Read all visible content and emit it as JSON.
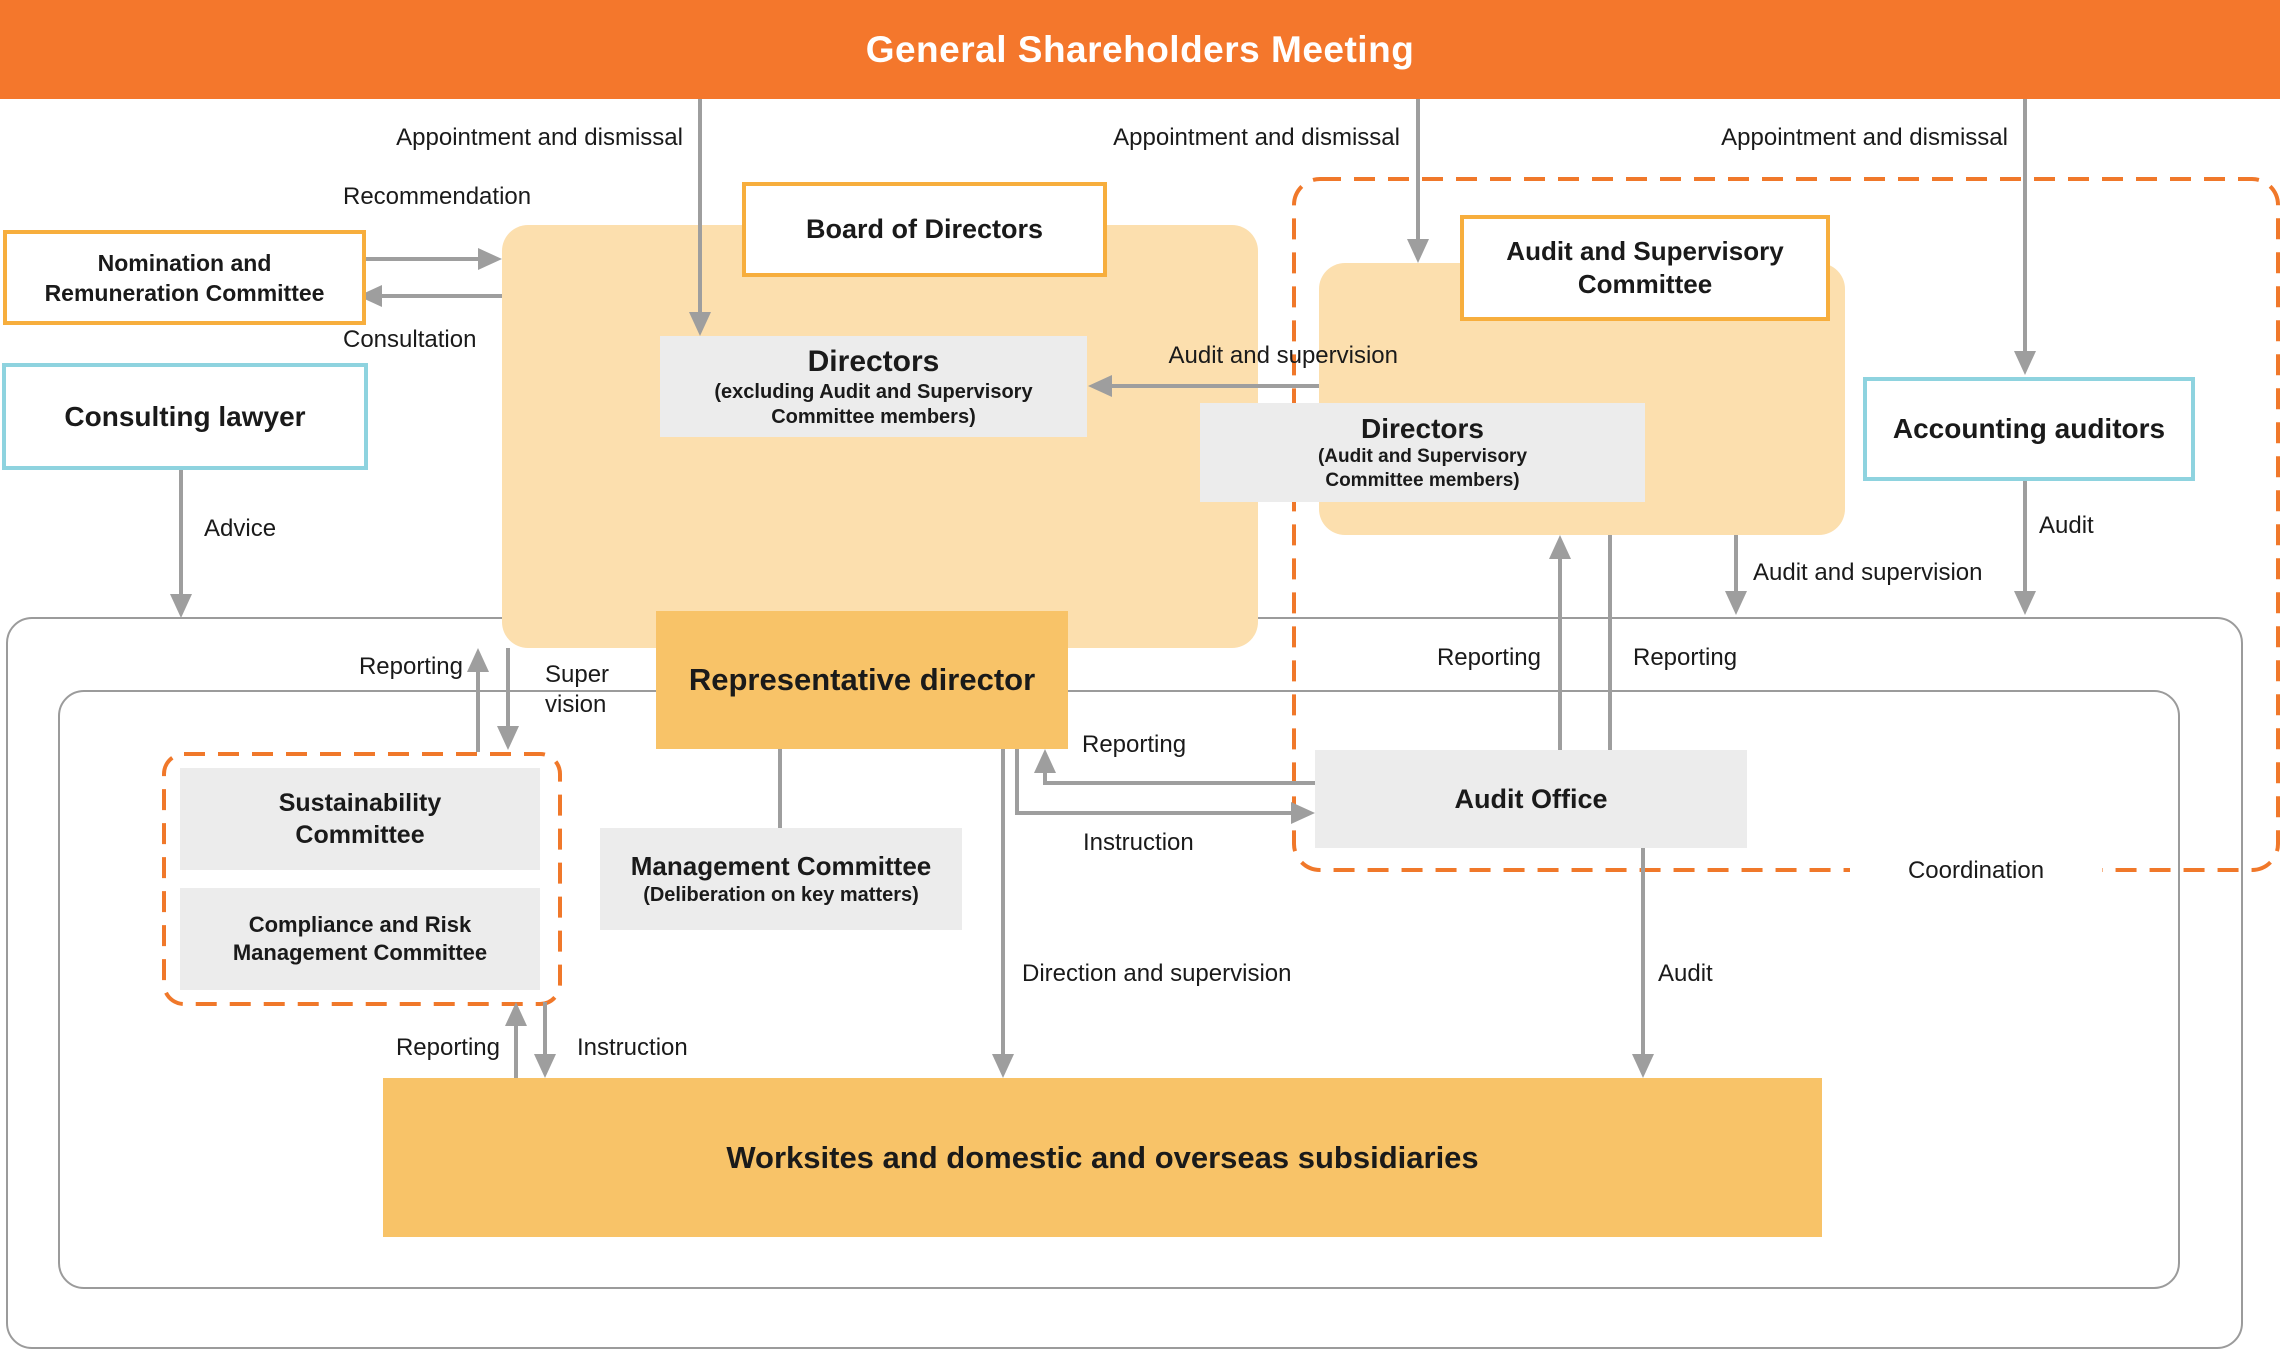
{
  "colors": {
    "banner_orange": "#F4772C",
    "container_light_orange": "#FCDFAE",
    "node_orange": "#F8C368",
    "gray_box": "#ECECEC",
    "orange_border": "#F7AE3D",
    "cyan_border": "#8ED3DF",
    "dashed_orange": "#F0782A",
    "line_gray": "#9E9E9E",
    "container_border_gray": "#9B9B9B",
    "text": "#1A1A1A"
  },
  "banner": {
    "title": "General Shareholders Meeting"
  },
  "nodes": {
    "nomination": {
      "line1": "Nomination and",
      "line2": "Remuneration Committee"
    },
    "consulting_lawyer": {
      "label": "Consulting lawyer"
    },
    "board_of_directors": {
      "label": "Board of Directors"
    },
    "directors_excluding": {
      "title": "Directors",
      "sub1": "(excluding Audit and Supervisory",
      "sub2": "Committee members)"
    },
    "audit_supervisory_committee": {
      "line1": "Audit and Supervisory",
      "line2": "Committee"
    },
    "directors_audit": {
      "title": "Directors",
      "sub1": "(Audit and Supervisory",
      "sub2": "Committee members)"
    },
    "accounting_auditors": {
      "label": "Accounting auditors"
    },
    "representative_director": {
      "label": "Representative director"
    },
    "management_committee": {
      "title": "Management Committee",
      "sub": "(Deliberation on key matters)"
    },
    "sustainability_committee": {
      "line1": "Sustainability",
      "line2": "Committee"
    },
    "compliance_committee": {
      "line1": "Compliance and Risk",
      "line2": "Management Committee"
    },
    "audit_office": {
      "label": "Audit Office"
    },
    "worksites": {
      "label": "Worksites and domestic and overseas subsidiaries"
    }
  },
  "edge_labels": {
    "appointment1": "Appointment and dismissal",
    "appointment2": "Appointment and dismissal",
    "appointment3": "Appointment and dismissal",
    "recommendation": "Recommendation",
    "consultation": "Consultation",
    "advice": "Advice",
    "audit_supervision_mid": "Audit and supervision",
    "audit_supervision_right": "Audit and supervision",
    "audit_accounting": "Audit",
    "reporting_board": "Reporting",
    "supervision_line1": "Super",
    "supervision_line2": "vision",
    "reporting_repdir": "Reporting",
    "instruction_repdir": "Instruction",
    "reporting_committee_left": "Reporting",
    "reporting_committee_right": "Reporting",
    "direction_supervision": "Direction and supervision",
    "audit_office_audit": "Audit",
    "reporting_sustainability": "Reporting",
    "instruction_sustainability": "Instruction",
    "coordination": "Coordination"
  }
}
